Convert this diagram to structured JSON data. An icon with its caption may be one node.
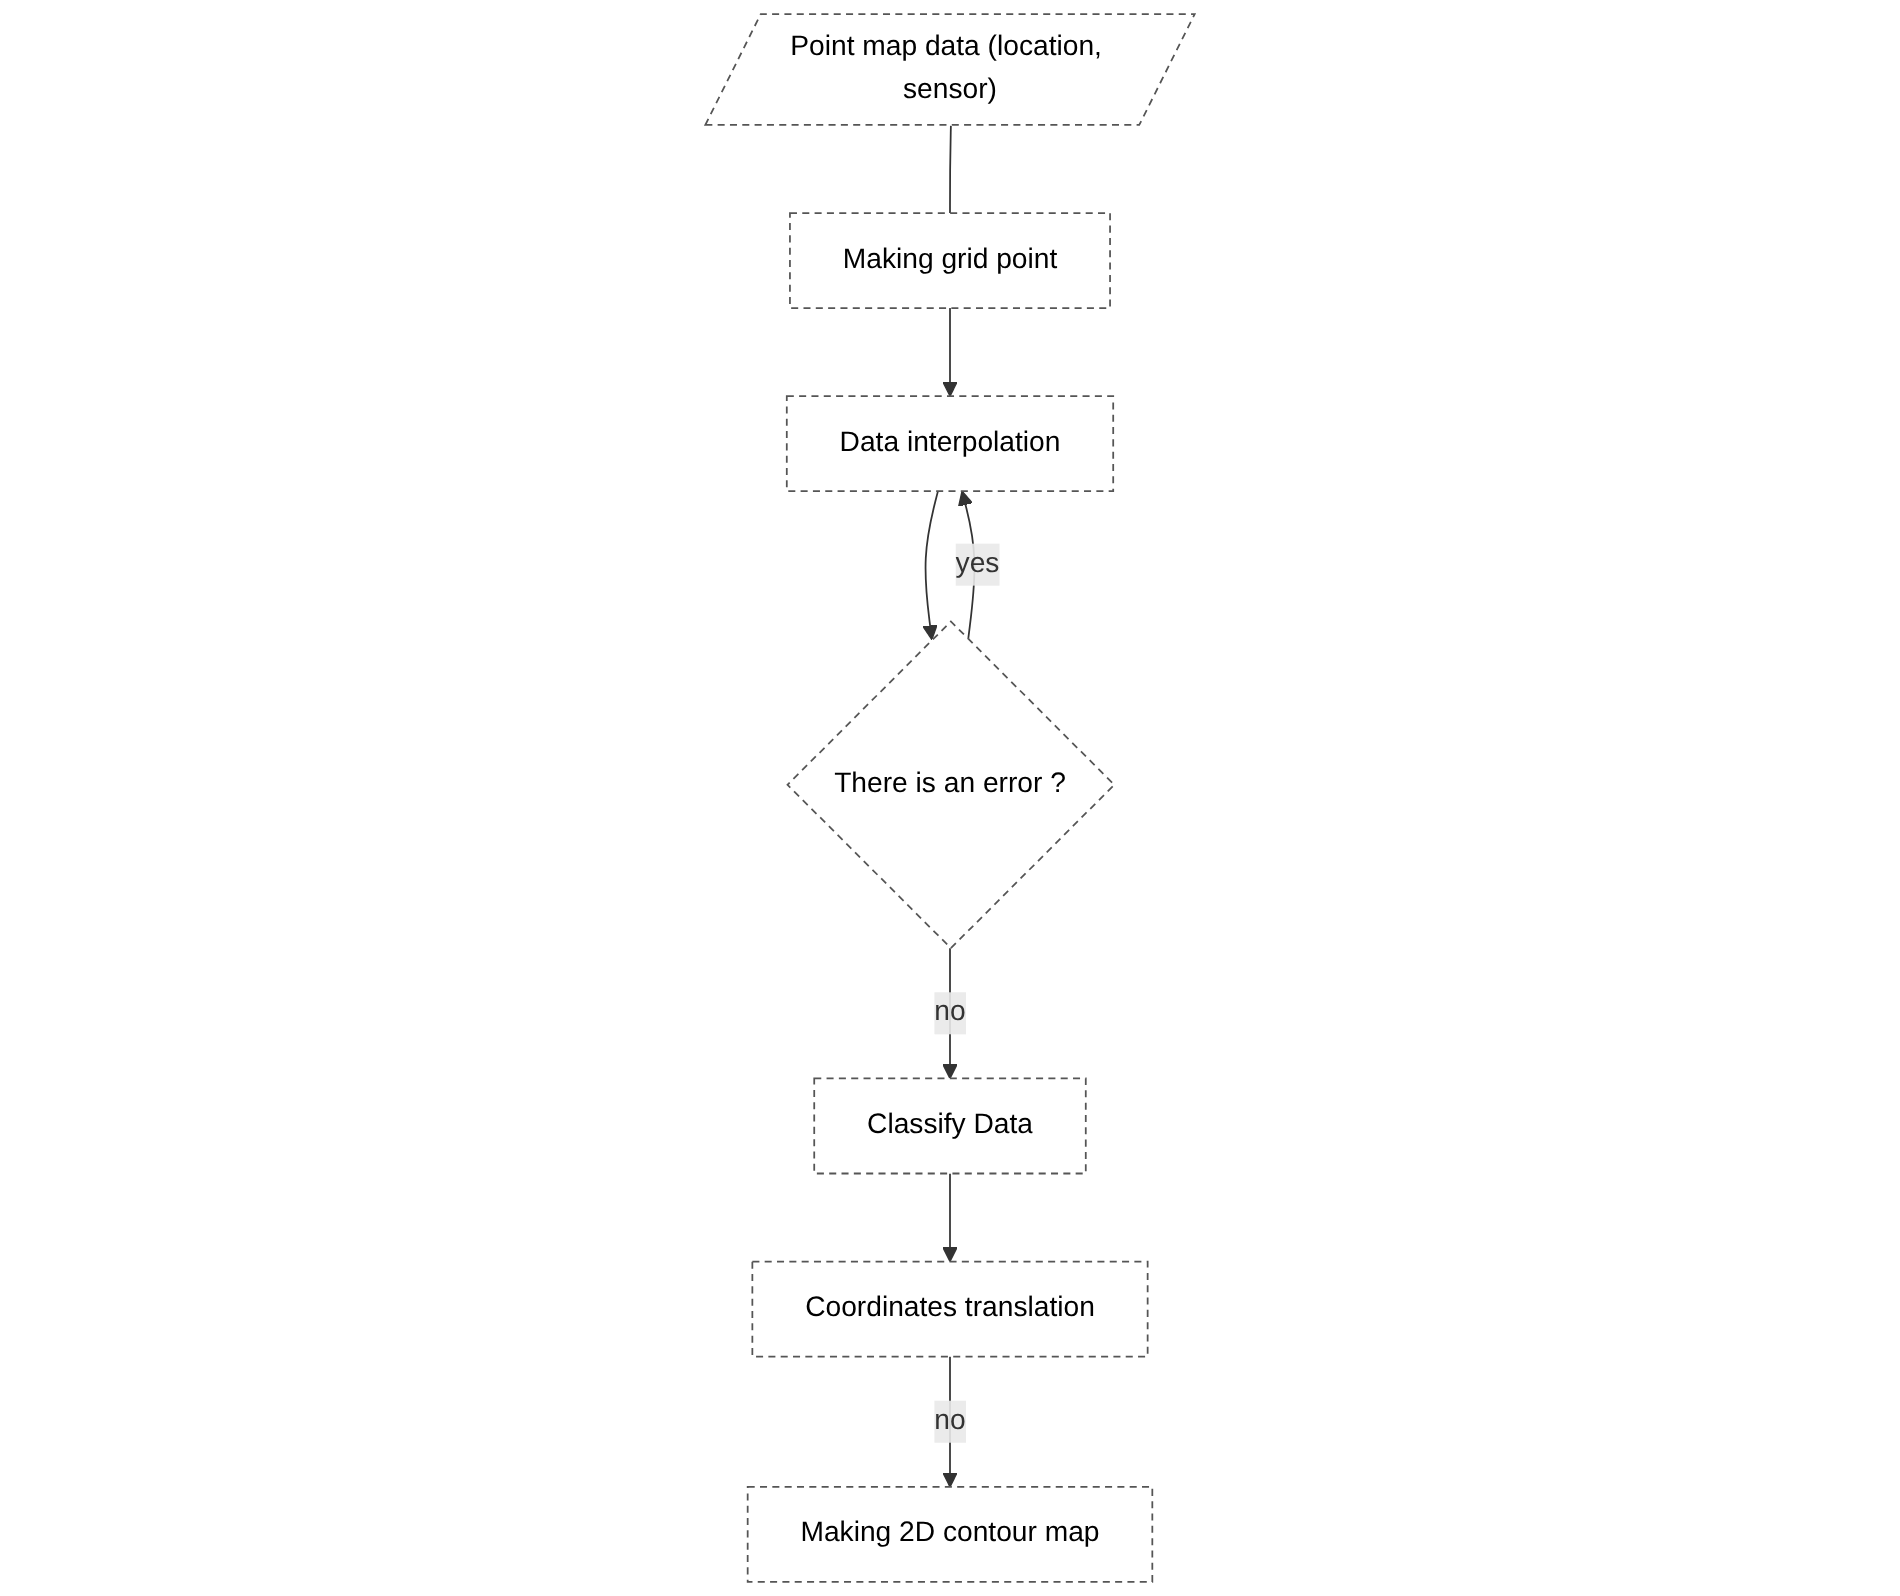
{
  "diagram": {
    "nodes": [
      {
        "text": [
          "Point map data (location, sensor)"
        ]
      },
      {
        "text": [
          "Making grid point"
        ]
      },
      {
        "text": [
          "Data interpolation"
        ]
      },
      {
        "text": [
          "There is an error ?"
        ]
      },
      {
        "text": [
          "Classify Data"
        ]
      },
      {
        "text": [
          "Coordinates translation"
        ]
      },
      {
        "text": [
          "Making 2D contour map"
        ]
      }
    ],
    "edges": [
      {
        "from": 0,
        "to": 1,
        "arrow": "none"
      },
      {
        "from": 1,
        "to": 2,
        "arrow": "to"
      },
      {
        "from": 2,
        "to": 3,
        "arrow": "to"
      },
      {
        "from": 3,
        "to": 2,
        "arrow": "to",
        "label": "yes"
      },
      {
        "from": 3,
        "to": 4,
        "arrow": "to",
        "label": "no"
      },
      {
        "from": 4,
        "to": 5,
        "arrow": "to"
      },
      {
        "from": 5,
        "to": 6,
        "arrow": "to",
        "label": "no"
      }
    ]
  }
}
